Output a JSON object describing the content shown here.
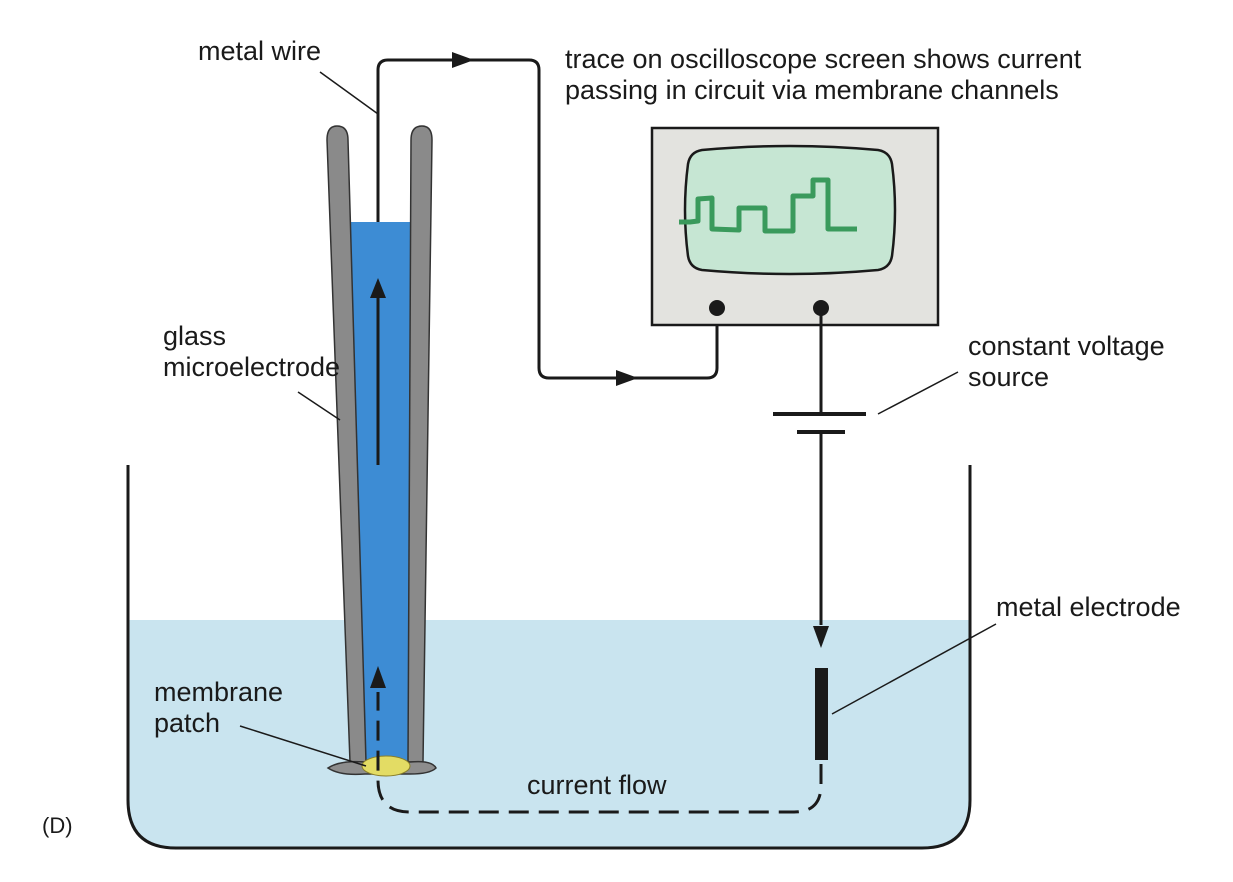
{
  "labels": {
    "metal_wire": "metal wire",
    "oscilloscope_line1": "trace on oscilloscope screen shows current",
    "oscilloscope_line2": "passing in circuit via membrane channels",
    "glass_line1": "glass",
    "glass_line2": "microelectrode",
    "voltage_line1": "constant voltage",
    "voltage_line2": "source",
    "metal_electrode": "metal electrode",
    "patch_line1": "membrane",
    "patch_line2": "patch",
    "current_flow": "current flow",
    "panel_letter": "(D)"
  },
  "colors": {
    "bath_solution": "#c9e4ef",
    "electrode_solution": "#3d8cd4",
    "glass": "#8a8a8a",
    "oscilloscope_case": "#e3e3df",
    "oscilloscope_screen": "#c6e6d3",
    "trace": "#3a9a5c",
    "membrane_patch": "#e3dc64",
    "wire": "#1a1a1a"
  }
}
